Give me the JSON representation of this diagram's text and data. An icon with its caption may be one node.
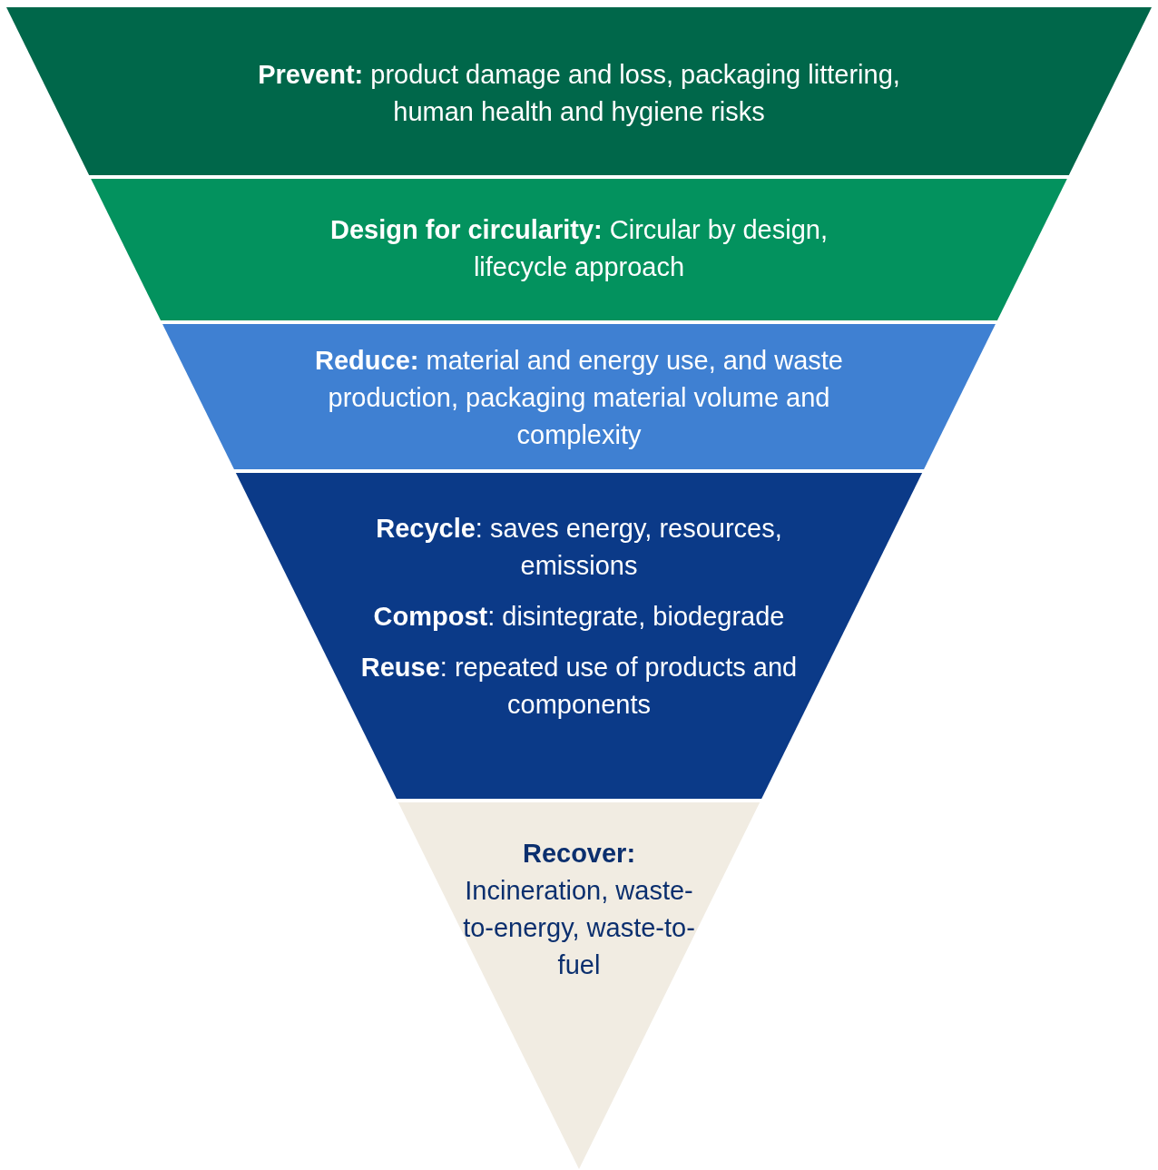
{
  "diagram": {
    "nodes": [
      {
        "text": [
          "**Prevent:** product damage and loss, packaging littering, human health and hygiene risks"
        ]
      },
      {
        "text": [
          "**Design for circularity:** Circular by design, lifecycle approach"
        ]
      },
      {
        "text": [
          "**Reduce:** material and energy use, and waste production, packaging material volume and complexity"
        ]
      },
      {
        "text": [
          "**Recycle**: saves energy, resources, emissions",
          "**Compost**: disintegrate, biodegrade",
          "**Reuse**: repeated use of products and components"
        ]
      },
      {
        "text": [
          "**Recover:** Incineration, waste-to-energy, waste-to-fuel"
        ]
      }
    ]
  }
}
